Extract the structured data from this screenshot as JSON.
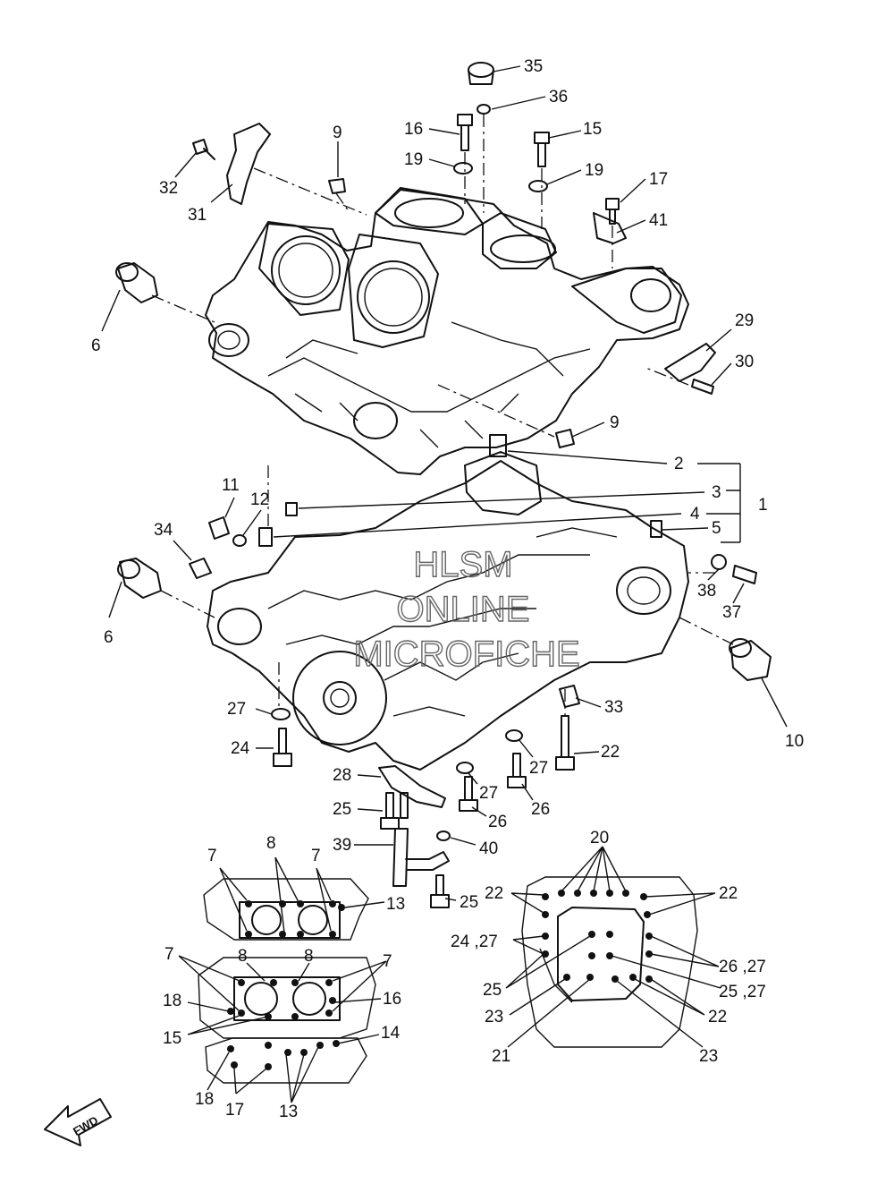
{
  "callouts": {
    "c35": "35",
    "c36": "36",
    "c16": "16",
    "c15": "15",
    "c19a": "19",
    "c19b": "19",
    "c17": "17",
    "c41": "41",
    "c9a": "9",
    "c9b": "9",
    "c32": "32",
    "c31": "31",
    "c6a": "6",
    "c6b": "6",
    "c29": "29",
    "c30": "30",
    "c2": "2",
    "c3": "3",
    "c1": "1",
    "c4": "4",
    "c5": "5",
    "c11": "11",
    "c12": "12",
    "c34": "34",
    "c38": "38",
    "c37": "37",
    "c10": "10",
    "c33": "33",
    "c27a": "27",
    "c24": "24",
    "c22a": "22",
    "c27b": "27",
    "c28": "28",
    "c27c": "27",
    "c25a": "25",
    "c26a": "26",
    "c26b": "26",
    "c39": "39",
    "c40": "40",
    "c25b": "25",
    "d_top_7a": "7",
    "d_top_8": "8",
    "d_top_7b": "7",
    "d_top_13": "13",
    "d_mid_7a": "7",
    "d_mid_8a": "8",
    "d_mid_8b": "8",
    "d_mid_7b": "7",
    "d_mid_18": "18",
    "d_mid_16": "16",
    "d_mid_15": "15",
    "d_mid_14": "14",
    "d_bot_18": "18",
    "d_bot_17": "17",
    "d_bot_13": "13",
    "r_20": "20",
    "r_22a": "22",
    "r_22b": "22",
    "r_2427": "24 ,27",
    "r_2627": "26 ,27",
    "r_25": "25",
    "r_2527": "25 ,27",
    "r_23a": "23",
    "r_22c": "22",
    "r_21": "21",
    "r_23b": "23"
  },
  "watermark": {
    "line1": "HLSM",
    "line2": "ONLINE",
    "line3": "MICROFICHE"
  },
  "fwd_label": "FWD"
}
